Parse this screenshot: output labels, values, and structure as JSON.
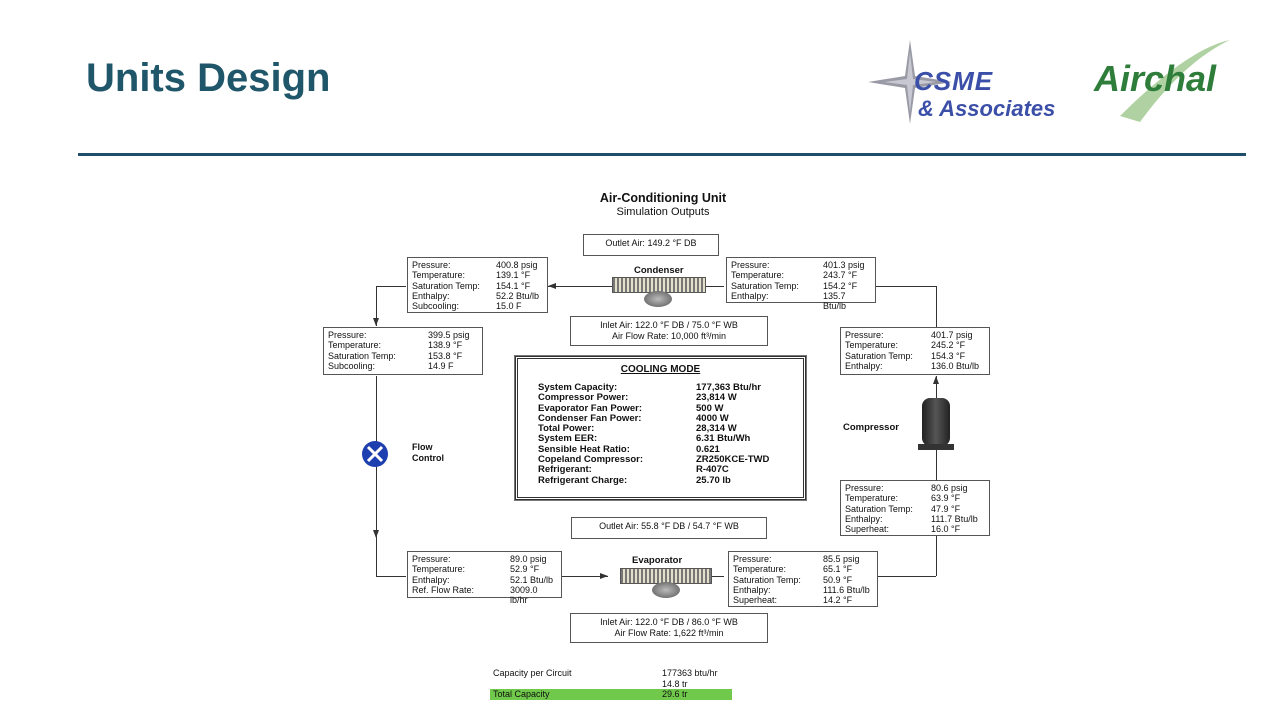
{
  "slide": {
    "title": "Units Design"
  },
  "logos": {
    "csme": {
      "line1": "CSME",
      "line2": "& Associates"
    },
    "airchal": {
      "text": "Airchal"
    }
  },
  "diagram": {
    "title": "Air-Conditioning Unit",
    "subtitle": "Simulation Outputs",
    "condenser_label": "Condenser",
    "evaporator_label": "Evaporator",
    "compressor_label": "Compressor",
    "flow_control_label_1": "Flow",
    "flow_control_label_2": "Control",
    "condenser_outlet_air": "Outlet Air:  149.2 °F DB",
    "condenser_inlet_air_1": "Inlet Air:  122.0 °F DB / 75.0 °F  WB",
    "condenser_inlet_air_2": "Air Flow Rate:  10,000 ft³/min",
    "evaporator_outlet_air": "Outlet Air:  55.8 °F DB / 54.7 °F WB",
    "evaporator_inlet_air_1": "Inlet Air:  122.0 °F DB / 86.0 °F WB",
    "evaporator_inlet_air_2": "Air Flow Rate:  1,622 ft³/min",
    "states": {
      "cond_out": [
        {
          "k": "Pressure:",
          "v": "400.8 psig"
        },
        {
          "k": "Temperature:",
          "v": "139.1 °F"
        },
        {
          "k": "Saturation Temp:",
          "v": "154.1 °F"
        },
        {
          "k": "Enthalpy:",
          "v": "52.2 Btu/lb"
        },
        {
          "k": "Subcooling:",
          "v": "15.0 F"
        }
      ],
      "cond_in": [
        {
          "k": "Pressure:",
          "v": "401.3 psig"
        },
        {
          "k": "Temperature:",
          "v": "243.7 °F"
        },
        {
          "k": "Saturation Temp:",
          "v": "154.2 °F"
        },
        {
          "k": "Enthalpy:",
          "v": "135.7 Btu/lb"
        }
      ],
      "liquid_line": [
        {
          "k": "Pressure:",
          "v": "399.5 psig"
        },
        {
          "k": "Temperature:",
          "v": "138.9 °F"
        },
        {
          "k": "Saturation Temp:",
          "v": "153.8 °F"
        },
        {
          "k": "Subcooling:",
          "v": "14.9 F"
        }
      ],
      "discharge": [
        {
          "k": "Pressure:",
          "v": "401.7 psig"
        },
        {
          "k": "Temperature:",
          "v": "245.2 °F"
        },
        {
          "k": "Saturation Temp:",
          "v": "154.3 °F"
        },
        {
          "k": "Enthalpy:",
          "v": "136.0 Btu/lb"
        }
      ],
      "suction": [
        {
          "k": "Pressure:",
          "v": "80.6 psig"
        },
        {
          "k": "Temperature:",
          "v": "63.9 °F"
        },
        {
          "k": "Saturation Temp:",
          "v": "47.9 °F"
        },
        {
          "k": "Enthalpy:",
          "v": "111.7 Btu/lb"
        },
        {
          "k": "Superheat:",
          "v": "16.0 °F"
        }
      ],
      "evap_in": [
        {
          "k": "Pressure:",
          "v": "89.0 psig"
        },
        {
          "k": "Temperature:",
          "v": "52.9 °F"
        },
        {
          "k": "Enthalpy:",
          "v": "52.1 Btu/lb"
        },
        {
          "k": "Ref. Flow Rate:",
          "v": "3009.0 lb/hr"
        }
      ],
      "evap_out": [
        {
          "k": "Pressure:",
          "v": "85.5 psig"
        },
        {
          "k": "Temperature:",
          "v": "65.1 °F"
        },
        {
          "k": "Saturation Temp:",
          "v": "50.9 °F"
        },
        {
          "k": "Enthalpy:",
          "v": "111.6 Btu/lb"
        },
        {
          "k": "Superheat:",
          "v": "14.2 °F"
        }
      ]
    },
    "cooling_mode": {
      "title": "COOLING MODE",
      "rows": [
        {
          "k": "System Capacity:",
          "v": "177,363 Btu/hr"
        },
        {
          "k": "Compressor Power:",
          "v": "23,814 W"
        },
        {
          "k": "Evaporator Fan Power:",
          "v": "500 W"
        },
        {
          "k": "Condenser Fan Power:",
          "v": "4000 W"
        },
        {
          "k": "Total Power:",
          "v": "28,314 W"
        },
        {
          "k": "System EER:",
          "v": "6.31 Btu/Wh"
        },
        {
          "k": "Sensible Heat Ratio:",
          "v": "0.621"
        },
        {
          "k": "Copeland Compressor:",
          "v": "ZR250KCE-TWD"
        },
        {
          "k": "Refrigerant:",
          "v": "R-407C"
        },
        {
          "k": "Refrigerant Charge:",
          "v": "25.70 lb"
        }
      ]
    }
  },
  "summary": {
    "rows": [
      {
        "k": "Capacity per Circuit",
        "v": "177363 btu/hr"
      },
      {
        "k": "",
        "v": "14.8 tr"
      },
      {
        "k": "Total Capacity",
        "v": "29.6 tr"
      }
    ]
  }
}
